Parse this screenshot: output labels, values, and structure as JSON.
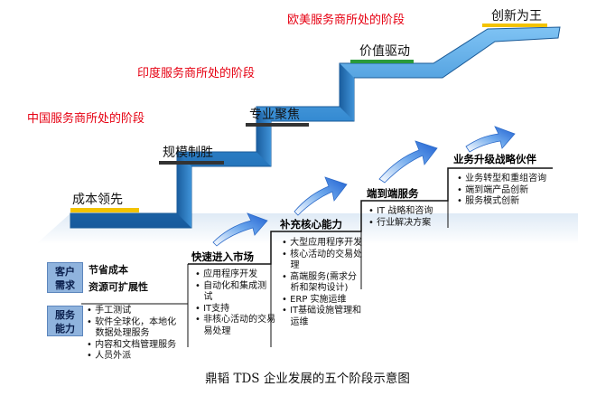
{
  "stages_upper": [
    {
      "label": "成本领先"
    },
    {
      "label": "规模制胜"
    },
    {
      "label": "专业聚焦"
    },
    {
      "label": "价值驱动"
    },
    {
      "label": "创新为王"
    }
  ],
  "phases": [
    {
      "label": "中国服务商所处的阶段"
    },
    {
      "label": "印度服务商所处的阶段"
    },
    {
      "label": "欧美服务商所处的阶段"
    }
  ],
  "client_needs": {
    "label": "客户需求",
    "lines": [
      "节省成本",
      "资源可扩展性"
    ]
  },
  "service_capability": {
    "label": "服务能力",
    "items": [
      "手工测试",
      "软件全球化，本地化",
      "数据处理服务",
      "内容和文档管理服务",
      "人员外派"
    ]
  },
  "stages_lower": [
    {
      "title": "快速进入市场",
      "items": [
        "应用程序开发",
        "自动化和集成测",
        "试",
        "IT支持",
        "非核心活动的交易",
        "易处理"
      ]
    },
    {
      "title": "补充核心能力",
      "items": [
        "大型应用程序开发",
        "核心活动的交易处",
        "理",
        "高端服务(需求分",
        "析和架构设计)",
        "ERP 实施运维",
        "IT基础设施管理和",
        "运维"
      ]
    },
    {
      "title": "端到端服务",
      "items": [
        "IT 战略和咨询",
        "行业解决方案"
      ]
    },
    {
      "title": "业务升级战略伙伴",
      "items": [
        "业务转型和重组咨询",
        "端到端产品创新",
        "服务模式创新"
      ]
    }
  ],
  "caption": "鼎韬 TDS 企业发展的五个阶段示意图",
  "colors": {
    "phase_text": "#e60012",
    "stair": "#2f86cf",
    "arrow": "#3a78d8"
  }
}
